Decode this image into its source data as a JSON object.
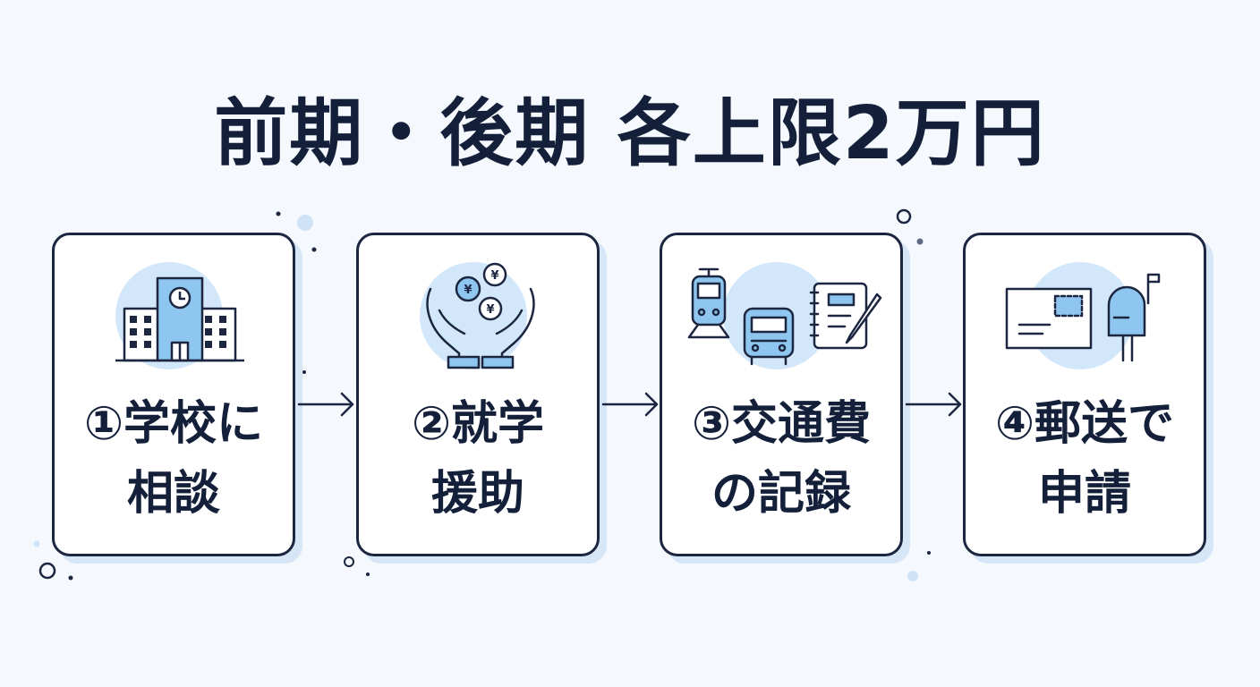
{
  "title": "前期・後期 各上限2万円",
  "steps": [
    {
      "label": "①学校に\n相談",
      "icon": "school-building-icon"
    },
    {
      "label": "②就学\n援助",
      "icon": "hands-yen-coins-icon"
    },
    {
      "label": "③交通費\nの記録",
      "icon": "train-bus-notebook-icon"
    },
    {
      "label": "④郵送で\n申請",
      "icon": "envelope-mailbox-icon"
    }
  ],
  "colors": {
    "accent": "#d3e7fb",
    "stroke": "#1c2640",
    "icon_fill": "#8ec6f0"
  }
}
